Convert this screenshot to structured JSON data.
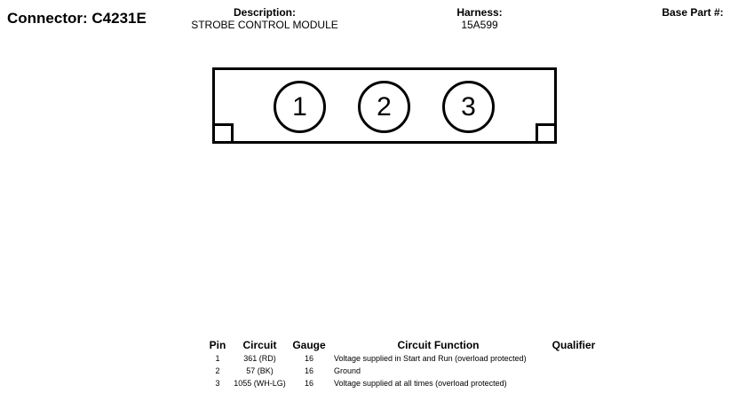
{
  "header": {
    "connector_label": "Connector: C4231E",
    "description_label": "Description:",
    "description_value": "STROBE CONTROL MODULE",
    "harness_label": "Harness:",
    "harness_value": "15A599",
    "base_part_label": "Base Part #:",
    "base_part_value": ""
  },
  "connector": {
    "pins": [
      {
        "number": "1"
      },
      {
        "number": "2"
      },
      {
        "number": "3"
      }
    ]
  },
  "pin_table": {
    "columns": [
      "Pin",
      "Circuit",
      "Gauge",
      "Circuit Function",
      "Qualifier"
    ],
    "rows": [
      {
        "pin": "1",
        "circuit": "361 (RD)",
        "gauge": "16",
        "function": "Voltage supplied in Start and Run (overload protected)",
        "qualifier": ""
      },
      {
        "pin": "2",
        "circuit": "57 (BK)",
        "gauge": "16",
        "function": "Ground",
        "qualifier": ""
      },
      {
        "pin": "3",
        "circuit": "1055 (WH-LG)",
        "gauge": "16",
        "function": "Voltage supplied at all times (overload protected)",
        "qualifier": ""
      }
    ]
  }
}
